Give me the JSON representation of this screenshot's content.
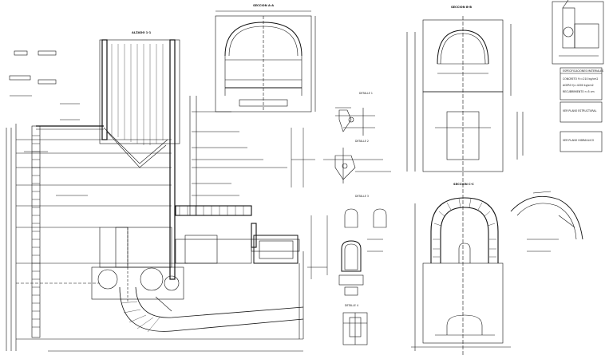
{
  "drawing": {
    "sheet_titles": {
      "elevation": "ALZADO  1-1",
      "section_top": "SECCION  A-A",
      "section_right": "SECCION  B-B",
      "arch_section": "SECCION  C-C",
      "detail_1": "DETALLE  1",
      "detail_2": "DETALLE  2",
      "detail_3": "DETALLE  3",
      "detail_4": "DETALLE  4"
    },
    "notes": {
      "materials_title": "ESPECIFICACIONES  MATERIALES",
      "note_1": "CONCRETO  f'c=210 kg/cm2",
      "note_2": "ACERO  fy=4200 kg/cm2",
      "note_3": "RECUBRIMIENTO  r=5 cm",
      "stamp_1": "VER  PLANO  ESTRUCTURAL",
      "stamp_2": "VER  PLANO  HIDRAULICO"
    },
    "colors": {
      "line": "#111111",
      "hatch": "#333333",
      "background": "#ffffff"
    }
  }
}
